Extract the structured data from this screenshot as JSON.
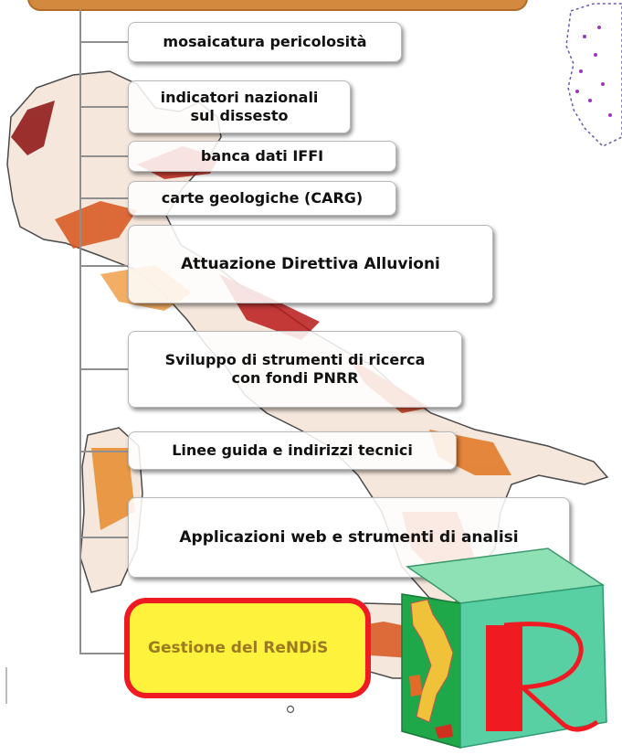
{
  "diagram": {
    "items": [
      {
        "lines": [
          "mosaicatura pericolosità"
        ]
      },
      {
        "lines": [
          "indicatori nazionali",
          "sul dissesto"
        ]
      },
      {
        "lines": [
          "banca dati IFFI"
        ]
      },
      {
        "lines": [
          "carte geologiche (CARG)"
        ]
      },
      {
        "lines": [
          "Attuazione Direttiva Alluvioni"
        ]
      },
      {
        "lines": [
          "Sviluppo di strumenti di ricerca",
          "con fondi PNRR"
        ]
      },
      {
        "lines": [
          "Linee guida e indirizzi tecnici"
        ]
      },
      {
        "lines": [
          "Applicazioni web e strumenti di analisi"
        ]
      }
    ],
    "highlight_label": "Gestione del ReNDiS",
    "highlight_colors": {
      "fill": "#fff23c",
      "border": "#ef1a22",
      "text": "#9b7a22"
    },
    "header_color": "#d38a3f"
  },
  "logo": {
    "letter": "R",
    "colors": {
      "front": "#1fa84a",
      "side": "#59cfa4",
      "top": "#8ee0b5",
      "letter": "#ef1a22"
    }
  }
}
